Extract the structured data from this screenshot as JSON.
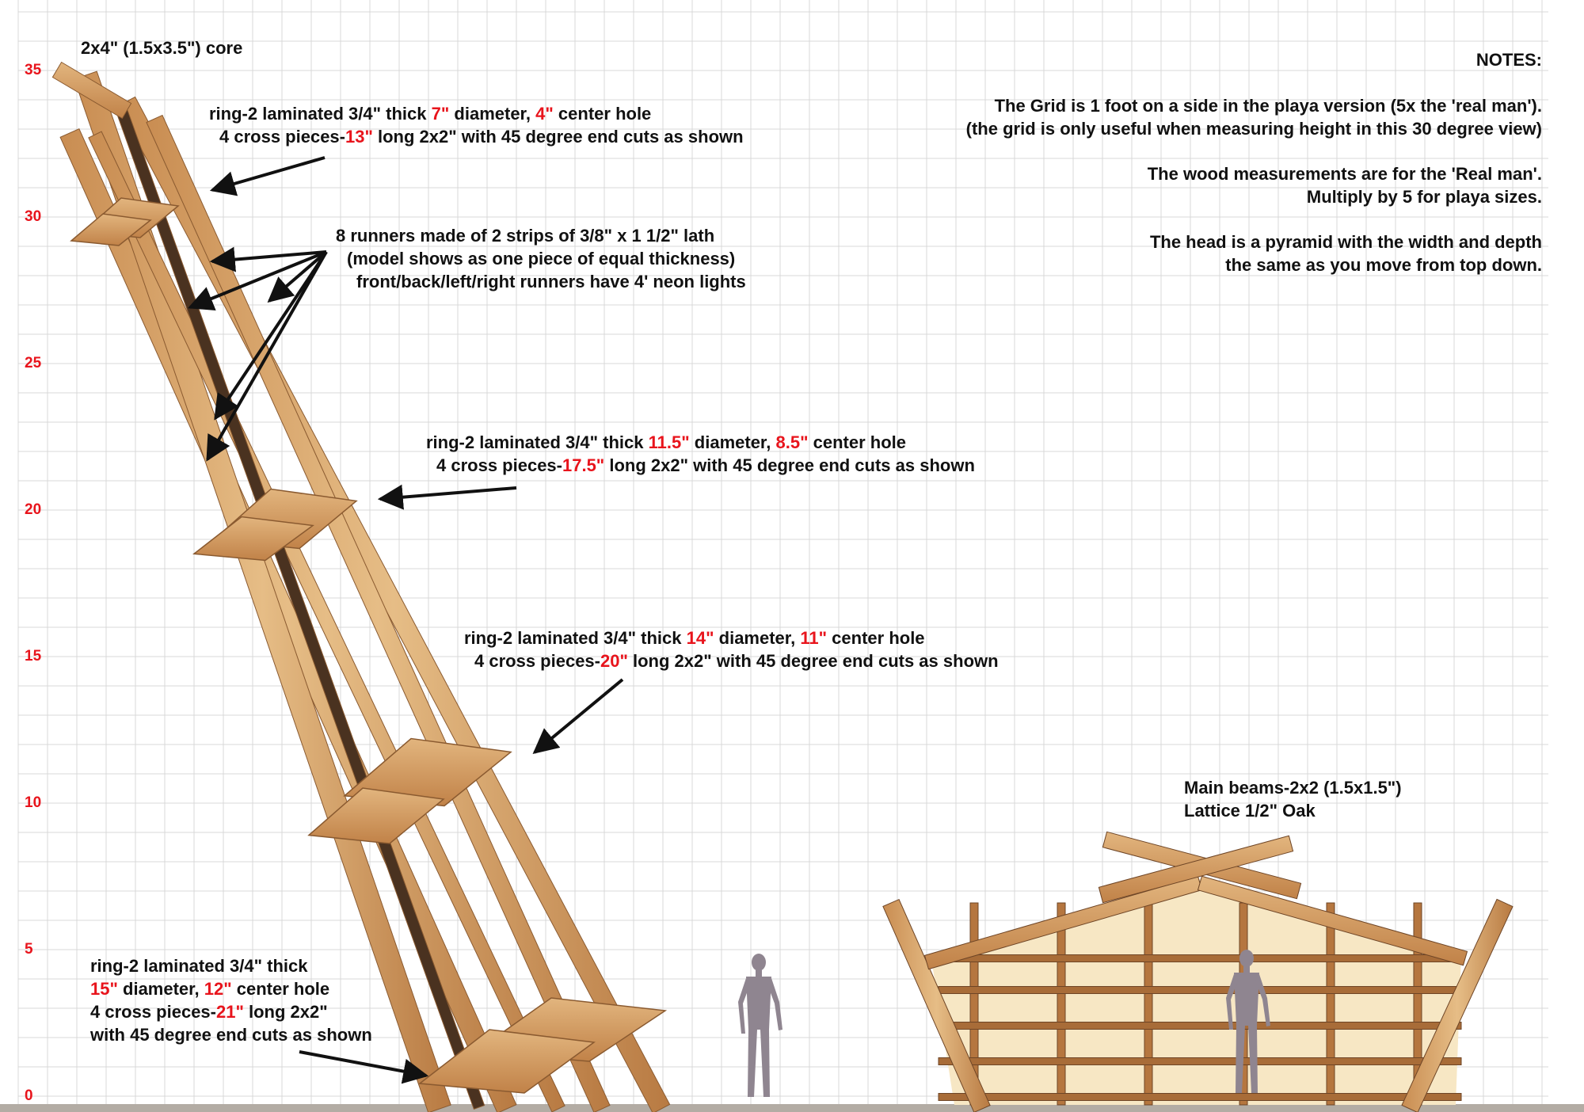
{
  "colors": {
    "highlight": "#e8141c",
    "grid": "#d9d9d9",
    "wood_light": "#d9a870",
    "wood_dark": "#4a3220",
    "panel_fill": "#f7e7c4",
    "figure": "#8f8590",
    "ground": "#b3aca4"
  },
  "grid": {
    "y_ticks": [
      "35",
      "30",
      "25",
      "20",
      "15",
      "10",
      "5",
      "0"
    ]
  },
  "labels": {
    "core": "2x4\" (1.5x3.5\") core",
    "ring_top": {
      "l1_a": "ring-2 laminated 3/4\" thick ",
      "l1_v1": "7\"",
      "l1_b": " diameter, ",
      "l1_v2": "4\"",
      "l1_c": " center hole",
      "l2_a": "4 cross pieces-",
      "l2_v": "13\"",
      "l2_b": " long 2x2\" with 45 degree end cuts as shown"
    },
    "runners": {
      "l1": "8 runners made of 2 strips of 3/8\" x 1 1/2\" lath",
      "l2": "(model shows as one piece of equal thickness)",
      "l3": "front/back/left/right runners have 4' neon lights"
    },
    "ring_mid": {
      "l1_a": "ring-2 laminated 3/4\" thick ",
      "l1_v1": "11.5\"",
      "l1_b": " diameter, ",
      "l1_v2": "8.5\"",
      "l1_c": " center hole",
      "l2_a": "4 cross pieces-",
      "l2_v": "17.5\"",
      "l2_b": " long 2x2\" with 45 degree end cuts as shown"
    },
    "ring_low": {
      "l1_a": "ring-2 laminated 3/4\" thick ",
      "l1_v1": "14\"",
      "l1_b": " diameter, ",
      "l1_v2": "11\"",
      "l1_c": " center hole",
      "l2_a": "4 cross pieces-",
      "l2_v": "20\"",
      "l2_b": " long 2x2\" with 45 degree end cuts as shown"
    },
    "ring_bottom": {
      "l1": "ring-2 laminated 3/4\" thick",
      "l2_v1": "15\"",
      "l2_a": " diameter, ",
      "l2_v2": "12\"",
      "l2_b": " center hole",
      "l3_a": "4 cross pieces-",
      "l3_v": "21\"",
      "l3_b": " long 2x2\"",
      "l4": "with 45 degree end cuts as shown"
    },
    "beams": {
      "l1": "Main beams-2x2 (1.5x1.5\")",
      "l2": "Lattice 1/2\" Oak"
    }
  },
  "notes": {
    "title": "NOTES:",
    "p1_l1": "The Grid is 1 foot on a side in the playa version (5x the 'real man').",
    "p1_l2": "(the grid is only useful when measuring height in this 30 degree view)",
    "p2_l1": "The wood measurements are for the 'Real man'.",
    "p2_l2": "Multiply by 5 for playa sizes.",
    "p3_l1": "The head is a pyramid with the width and depth",
    "p3_l2": "the same as you move from top down."
  }
}
